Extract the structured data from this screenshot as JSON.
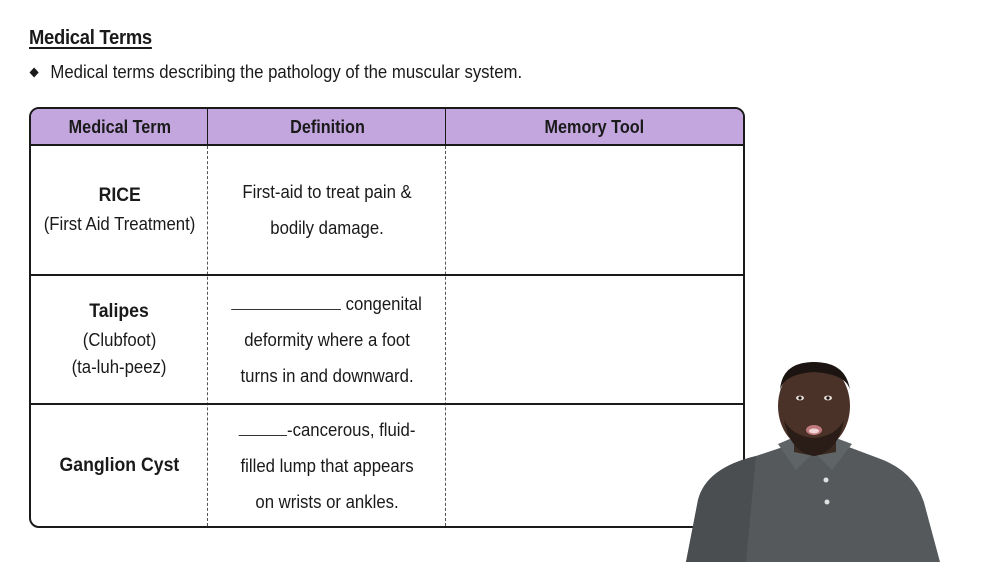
{
  "slide": {
    "title": "Medical Terms",
    "bullet": "Medical terms describing the pathology of the muscular system.",
    "header_color": "#c3a6de"
  },
  "table": {
    "columns": [
      "Medical Term",
      "Definition",
      "Memory Tool"
    ],
    "rows": [
      {
        "term": "RICE",
        "term_sub": [
          "(First Aid Treatment)"
        ],
        "definition": {
          "blank_prefix": "",
          "lines": [
            "First-aid to treat pain &",
            "bodily damage."
          ]
        },
        "memory_tool": ""
      },
      {
        "term": "Talipes",
        "term_sub": [
          "(Clubfoot)",
          "(ta-luh-peez)"
        ],
        "definition": {
          "blank_prefix": "____________",
          "lines": [
            " congenital",
            "deformity where a foot",
            "turns in and downward."
          ]
        },
        "memory_tool": ""
      },
      {
        "term": "Ganglion Cyst",
        "term_sub": [],
        "definition": {
          "blank_prefix": "______",
          "lines": [
            "-cancerous, fluid-",
            "filled lump that appears",
            "on wrists or ankles."
          ]
        },
        "memory_tool": ""
      }
    ]
  },
  "presenter": {
    "icon": "presenter-video"
  }
}
